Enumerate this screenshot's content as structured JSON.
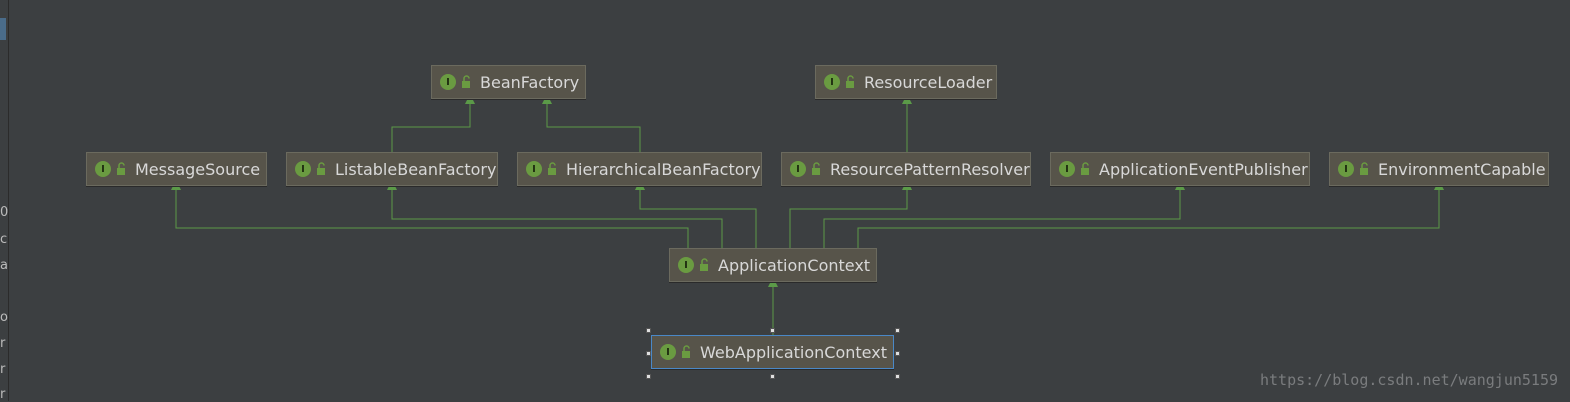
{
  "diagram": {
    "nodes": {
      "bean_factory": "BeanFactory",
      "resource_loader": "ResourceLoader",
      "message_source": "MessageSource",
      "listable_bean_factory": "ListableBeanFactory",
      "hierarchical_bean_factory": "HierarchicalBeanFactory",
      "resource_pattern_resolver": "ResourcePatternResolver",
      "application_event_publisher": "ApplicationEventPublisher",
      "environment_capable": "EnvironmentCapable",
      "application_context": "ApplicationContext",
      "web_application_context": "WebApplicationContext"
    },
    "badge_letter": "I",
    "selected_node": "WebApplicationContext"
  },
  "left_strip": {
    "fragments": [
      "0",
      "c",
      "a",
      "o",
      "r",
      "r",
      "r"
    ]
  },
  "watermark": "https://blog.csdn.net/wangjun5159",
  "colors": {
    "background": "#3c3f41",
    "node_fill": "#57544a",
    "edge": "#5b9a48",
    "selection": "#4a88c7"
  }
}
